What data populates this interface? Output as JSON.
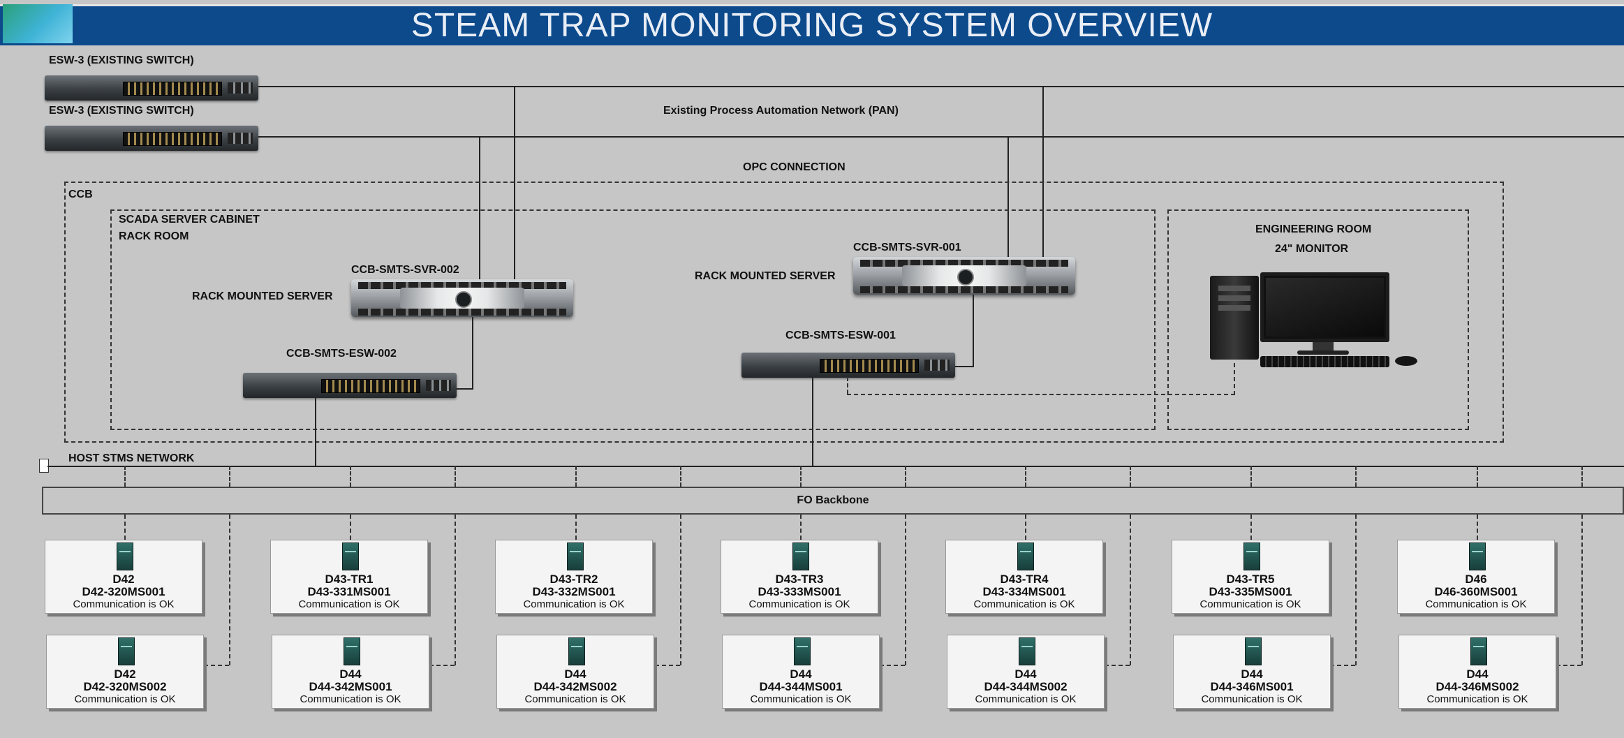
{
  "header": {
    "title": "STEAM TRAP MONITORING SYSTEM OVERVIEW",
    "logo_icon": "company-logo-icon",
    "bar_color": "#0c4a8c"
  },
  "network": {
    "switch_top_label": "ESW-3 (EXISTING SWITCH)",
    "switch_second_label": "ESW-3 (EXISTING SWITCH)",
    "pan_label": "Existing Process Automation Network (PAN)",
    "opc_label": "OPC CONNECTION",
    "host_network_label": "HOST STMS NETWORK",
    "backbone_label": "FO Backbone"
  },
  "ccb": {
    "label": "CCB",
    "cabinet_label": "SCADA SERVER CABINET",
    "rack_room_label": "RACK ROOM",
    "server_002": {
      "name": "CCB-SMTS-SVR-002",
      "type_label": "RACK MOUNTED SERVER"
    },
    "server_001": {
      "name": "CCB-SMTS-SVR-001",
      "type_label": "RACK MOUNTED SERVER"
    },
    "switch_002": {
      "name": "CCB-SMTS-ESW-002"
    },
    "switch_001": {
      "name": "CCB-SMTS-ESW-001"
    },
    "engineering_room": {
      "label": "ENGINEERING ROOM",
      "monitor_label": "24\" MONITOR"
    }
  },
  "stations": [
    {
      "area": "D42",
      "tag": "D42-320MS001",
      "status": "Communication is OK"
    },
    {
      "area": "D43-TR1",
      "tag": "D43-331MS001",
      "status": "Communication is OK"
    },
    {
      "area": "D43-TR2",
      "tag": "D43-332MS001",
      "status": "Communication is OK"
    },
    {
      "area": "D43-TR3",
      "tag": "D43-333MS001",
      "status": "Communication is OK"
    },
    {
      "area": "D43-TR4",
      "tag": "D43-334MS001",
      "status": "Communication is OK"
    },
    {
      "area": "D43-TR5",
      "tag": "D43-335MS001",
      "status": "Communication is OK"
    },
    {
      "area": "D46",
      "tag": "D46-360MS001",
      "status": "Communication is OK"
    },
    {
      "area": "D42",
      "tag": "D42-320MS002",
      "status": "Communication is OK"
    },
    {
      "area": "D44",
      "tag": "D44-342MS001",
      "status": "Communication is OK"
    },
    {
      "area": "D44",
      "tag": "D44-342MS002",
      "status": "Communication is OK"
    },
    {
      "area": "D44",
      "tag": "D44-344MS001",
      "status": "Communication is OK"
    },
    {
      "area": "D44",
      "tag": "D44-344MS002",
      "status": "Communication is OK"
    },
    {
      "area": "D44",
      "tag": "D44-346MS001",
      "status": "Communication is OK"
    },
    {
      "area": "D44",
      "tag": "D44-346MS002",
      "status": "Communication is OK"
    }
  ]
}
